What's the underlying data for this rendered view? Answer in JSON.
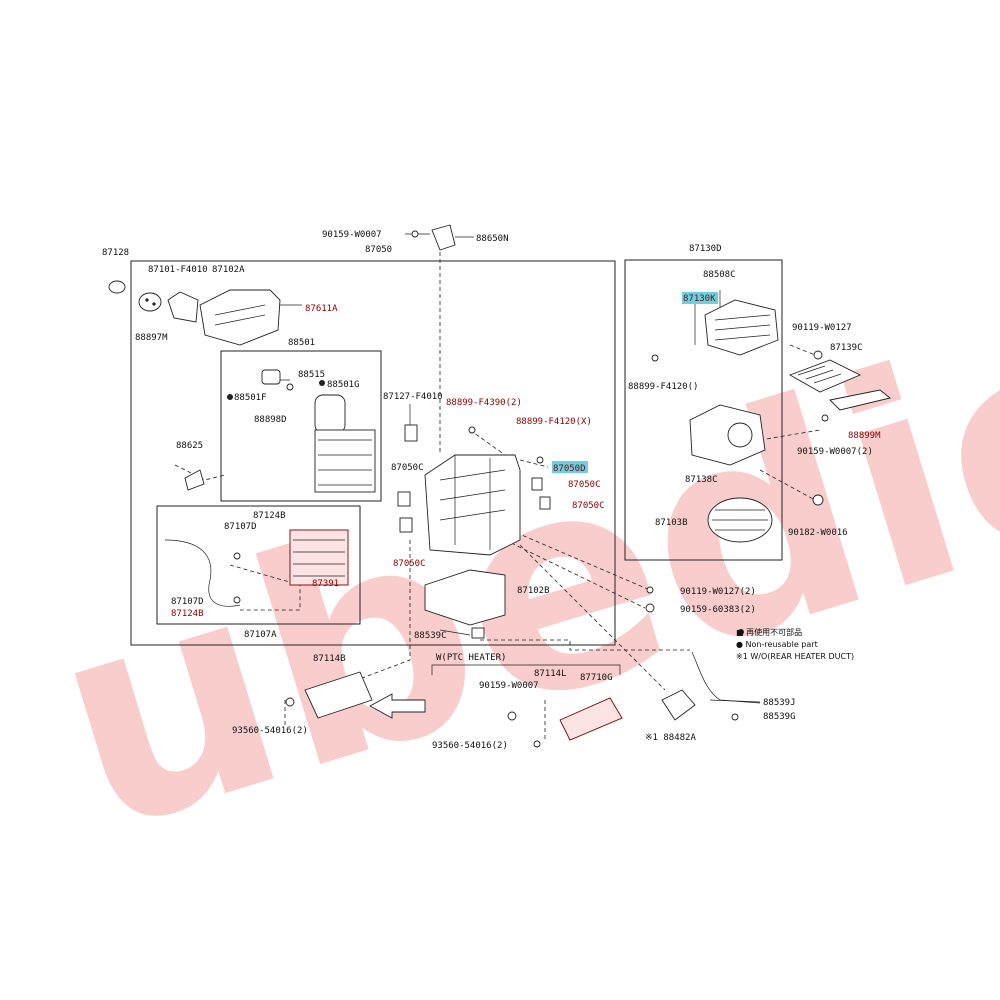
{
  "watermark": {
    "text": "ubedic",
    "color": "#f7a6a6"
  },
  "highlight_color": "#62d4e6",
  "labels": {
    "l87128": "87128",
    "l87050": "87050",
    "l87101F4010": "87101-F4010",
    "l87102A": "87102A",
    "l88897M": "88897M",
    "l87611A": "87611A",
    "l88501": "88501",
    "l88515": "88515",
    "l88501G": "88501G",
    "l88501F": "88501F",
    "l88898D": "88898D",
    "l88625": "88625",
    "l87127F4010": "87127-F4010",
    "l88899F4390": "88899-F4390(2)",
    "l88899F4120X": "88899-F4120(X)",
    "l87050D": "87050D",
    "l87050C1": "87050C",
    "l87050C2": "87050C",
    "l87050C3": "87050C",
    "l87050C4": "87050C",
    "l87124B": "87124B",
    "l87107D1": "87107D",
    "l87391": "87391",
    "l87107D2": "87107D",
    "l87124B2": "87124B",
    "l87107A": "87107A",
    "l87102B": "87102B",
    "l88539C": "88539C",
    "l90159W0007top": "90159-W0007",
    "l88650N": "88650N",
    "l87130D": "87130D",
    "l88508C": "88508C",
    "l87130K": "87130K",
    "l90119W0127": "90119-W0127",
    "l87139C": "87139C",
    "l88899F4120O": "88899-F4120()",
    "l88899M": "88899M",
    "l90159W0007_2": "90159-W0007(2)",
    "l87138C": "87138C",
    "l87103B": "87103B",
    "l90182W0016": "90182-W0016",
    "l90119W0127_2": "90119-W0127(2)",
    "l90159G0383": "90159-60383(2)",
    "l87114B": "87114B",
    "lWPTC": "W(PTC HEATER)",
    "l87114L": "87114L",
    "l87710G": "87710G",
    "l90159W0007b": "90159-W0007",
    "l93560a": "93560-54016(2)",
    "l93560b": "93560-54016(2)",
    "l88482A": "※1 88482A",
    "l88539J": "88539J",
    "l88539G": "88539G"
  },
  "legend": {
    "line1": "■ 再使用不可部品",
    "line2": "● Non-reusable part",
    "line3": "※1 W/O(REAR HEATER DUCT)"
  }
}
